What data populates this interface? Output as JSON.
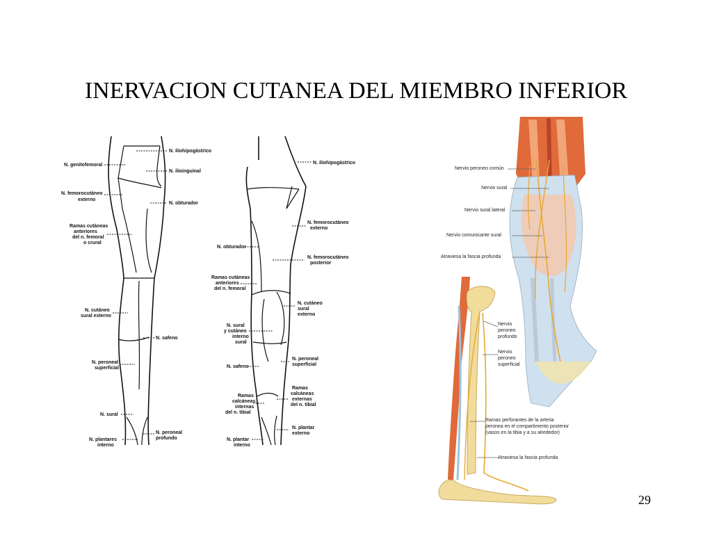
{
  "slide": {
    "title": "INERVACION CUTANEA DEL MIEMBRO INFERIOR",
    "page_number": "29"
  },
  "anterior_view": {
    "labels_left": [
      "N. genitofemoral",
      "N. femorocutáneo",
      "externo",
      "Ramas cutáneas",
      "anteriores",
      "del n. femoral",
      "o crural",
      "N. cutáneo",
      "sural externo",
      "N. peroneal",
      "superficial",
      "N. sural",
      "N. plantares",
      "interno"
    ],
    "labels_right": [
      "N. iliohipogástrico",
      "N. ilioinguinal",
      "N. obturador",
      "N. safeno",
      "N. peroneal",
      "profundo"
    ]
  },
  "posterior_view": {
    "labels_left": [
      "N. obturador",
      "Ramas cutáneas",
      "anteriores",
      "del n. femoral",
      "N. sural",
      "y cutáneo",
      "interno",
      "sural",
      "N. safeno",
      "Ramas",
      "calcáneas",
      "internas",
      "del n. tibial",
      "N. plantar",
      "interno"
    ],
    "labels_right": [
      "N. iliohipogástrico",
      "N. femorocutáneo",
      "externo",
      "N. femorocutáneo",
      "posterior",
      "N. cutáneo",
      "sural",
      "externo",
      "N. peroneal",
      "superficial",
      "Ramas",
      "calcáneas",
      "externas",
      "del n. tibial",
      "N. plantar",
      "externo"
    ]
  },
  "calf_view": {
    "labels": [
      "Nervio peroneo común",
      "Nervio sural",
      "Nervio sural lateral",
      "Nervio comunicante sural",
      "Atraviesa la fascia profunda"
    ]
  },
  "leg_side_view": {
    "labels": [
      "Nervio",
      "peroneo",
      "profundo",
      "Nervio",
      "peroneo",
      "superficial",
      "Ramas perforantes de la arteria",
      "peronea en el compartimento posterior",
      "(vasos en la tibia y a su alrededor)",
      "Atraviesa la fascia profunda"
    ]
  }
}
